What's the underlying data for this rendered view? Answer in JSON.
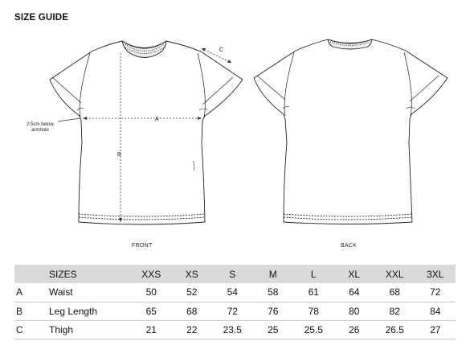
{
  "page": {
    "title": "SIZE GUIDE"
  },
  "illustration": {
    "front_label": "FRONT",
    "back_label": "BACK",
    "marker_a": "A",
    "marker_b": "B",
    "marker_c": "C",
    "note": [
      "2.5cm below",
      "armhole"
    ]
  },
  "table": {
    "header": [
      "",
      "SIZES",
      "XXS",
      "XS",
      "S",
      "M",
      "L",
      "XL",
      "XXL",
      "3XL"
    ],
    "rows": [
      {
        "code": "A",
        "label": "Waist",
        "values": [
          "50",
          "52",
          "54",
          "58",
          "61",
          "64",
          "68",
          "72"
        ]
      },
      {
        "code": "B",
        "label": "Leg Length",
        "values": [
          "65",
          "68",
          "72",
          "76",
          "78",
          "80",
          "82",
          "84"
        ]
      },
      {
        "code": "C",
        "label": "Thigh",
        "values": [
          "21",
          "22",
          "23.5",
          "25",
          "25.5",
          "26",
          "26.5",
          "27"
        ]
      }
    ]
  },
  "colors": {
    "header_bg": "#d9d9d9",
    "line": "#222222",
    "row_border": "#c8c8c8"
  }
}
